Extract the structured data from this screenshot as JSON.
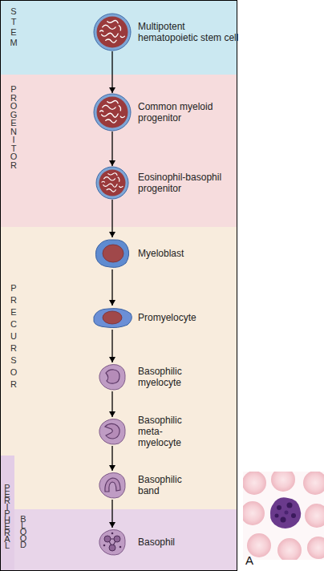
{
  "diagram": {
    "nodes": [
      {
        "text": [
          "STEM"
        ]
      },
      {
        "text": [
          "Multipotent hematopoietic stem cell"
        ],
        "in": 0
      },
      {
        "text": [
          "PROGENITOR"
        ]
      },
      {
        "text": [
          "Common myeloid progenitor"
        ],
        "in": 2
      },
      {
        "text": [
          "Eosinophil-basophil progenitor"
        ],
        "in": 2
      },
      {
        "text": [
          "PRECURSOR"
        ]
      },
      {
        "text": [
          "Myeloblast"
        ],
        "in": 5
      },
      {
        "text": [
          "Promyelocyte"
        ],
        "in": 5
      },
      {
        "text": [
          "Basophilic myelocyte"
        ],
        "in": 5
      },
      {
        "text": [
          "Basophilic meta- myelocyte"
        ],
        "in": 5
      },
      {
        "text": [
          "Basophilic band"
        ],
        "in": 5
      },
      {
        "text": [
          "PERIPHERAL",
          "BLOOD"
        ]
      },
      {
        "text": [
          "Basophil"
        ],
        "in": 11
      }
    ],
    "edges": [
      {
        "from": 1,
        "to": 3,
        "arrow": "to"
      },
      {
        "from": 3,
        "to": 4,
        "arrow": "to"
      },
      {
        "from": 4,
        "to": 6,
        "arrow": "to"
      },
      {
        "from": 6,
        "to": 7,
        "arrow": "to"
      },
      {
        "from": 7,
        "to": 8,
        "arrow": "to"
      },
      {
        "from": 8,
        "to": 9,
        "arrow": "to"
      },
      {
        "from": 9,
        "to": 10,
        "arrow": "to"
      },
      {
        "from": 10,
        "to": 12,
        "arrow": "to"
      }
    ],
    "labels": [
      "A"
    ]
  }
}
